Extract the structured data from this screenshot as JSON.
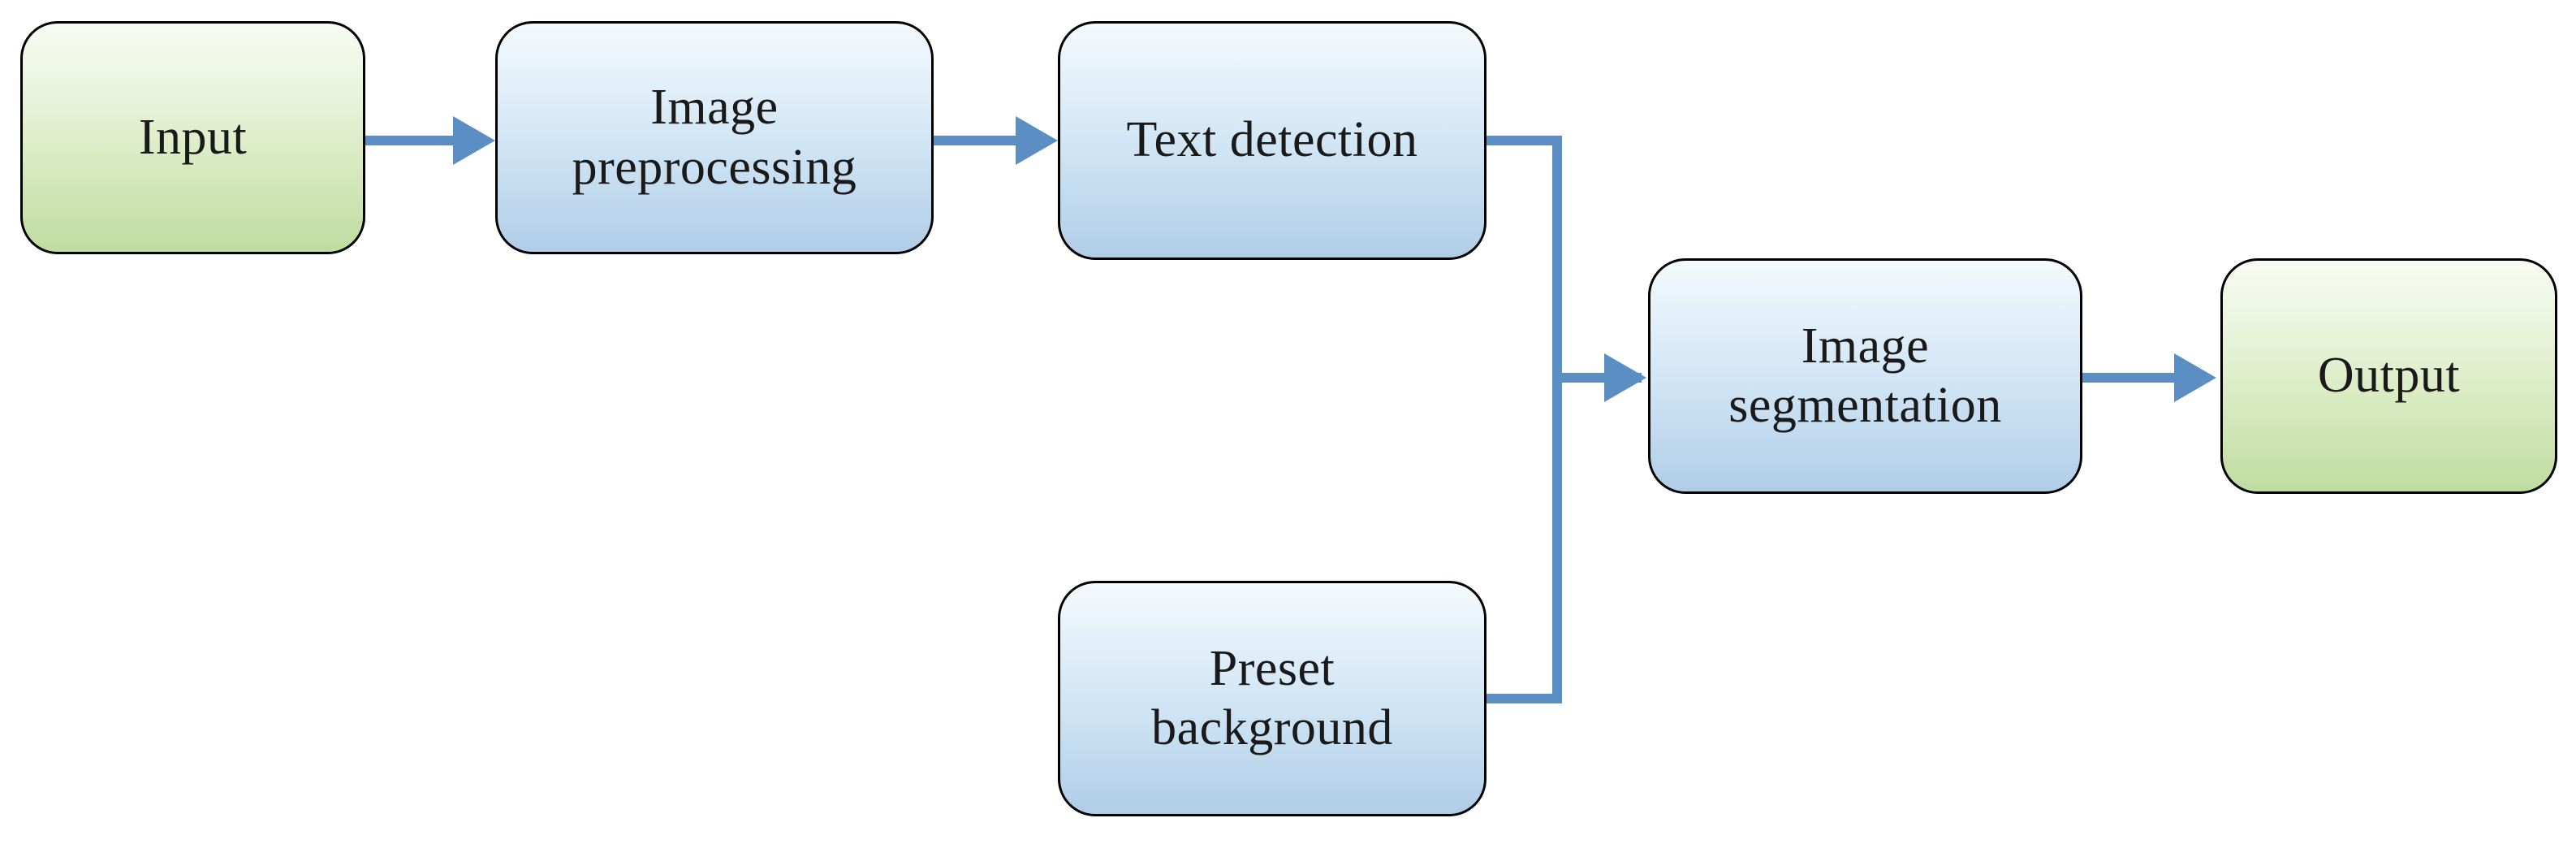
{
  "diagram": {
    "title": "Image text processing pipeline flowchart",
    "colors": {
      "connector": "#5b8fc4",
      "node_border": "#000000",
      "terminal_fill_top": "#f7fbf2",
      "terminal_fill_bottom": "#bfdca0",
      "process_fill_top": "#f4fafd",
      "process_fill_bottom": "#b0cde7",
      "text": "#1a1a1a",
      "background": "#ffffff"
    },
    "nodes": [
      {
        "id": "input",
        "label": "Input",
        "type": "terminal"
      },
      {
        "id": "image-preprocessing",
        "label": "Image\npreprocessing",
        "type": "process"
      },
      {
        "id": "text-detection",
        "label": "Text detection",
        "type": "process"
      },
      {
        "id": "preset-background",
        "label": "Preset\nbackground",
        "type": "process"
      },
      {
        "id": "image-segmentation",
        "label": "Image\nsegmentation",
        "type": "process"
      },
      {
        "id": "output",
        "label": "Output",
        "type": "terminal"
      }
    ],
    "edges": [
      {
        "id": "e1",
        "from": "input",
        "to": "image-preprocessing",
        "style": "straight-arrow"
      },
      {
        "id": "e2",
        "from": "image-preprocessing",
        "to": "text-detection",
        "style": "straight-arrow"
      },
      {
        "id": "e3",
        "from": "text-detection",
        "to": "image-segmentation",
        "style": "elbow"
      },
      {
        "id": "e4",
        "from": "preset-background",
        "to": "image-segmentation",
        "style": "elbow"
      },
      {
        "id": "e5",
        "from": "image-segmentation",
        "to": "output",
        "style": "straight-arrow"
      }
    ]
  }
}
